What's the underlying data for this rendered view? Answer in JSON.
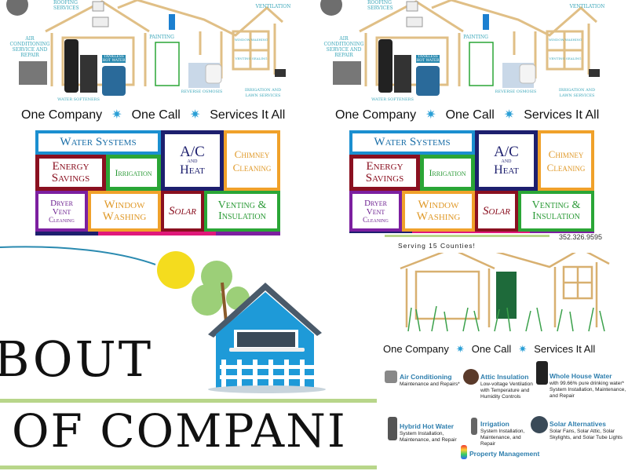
{
  "poster": {
    "labels": {
      "roofing": "Roofing Services",
      "ventilation": "Ventilation",
      "ac": "Air Conditioning Service and Repair",
      "painting": "Painting",
      "window": "Window Washing",
      "venting": "Venting Sealing",
      "tankless": "Tankless Hot Water",
      "water_softeners": "Water Softeners",
      "reverse_osmosis": "Reverse Osmosis",
      "irrigation": "Irrigation and Lawn Services"
    },
    "slogan": {
      "part1": "One Company",
      "part2": "One Call",
      "part3": "Services It All",
      "separator": "✷"
    },
    "tiles": {
      "water_systems": "Water Systems",
      "ac_top": "A/C",
      "ac_and": "and",
      "ac_heat": "Heat",
      "chimney1": "Chimney",
      "chimney2": "Cleaning",
      "energy1": "Energy",
      "energy2": "Savings",
      "irrigation": "Irrigation",
      "dryer1": "Dryer",
      "dryer2": "Vent",
      "dryer3": "Cleaning",
      "window1": "Window",
      "window2": "Washing",
      "solar": "Solar",
      "venting1": "Venting &",
      "venting2": "Insulation"
    },
    "colors": {
      "blue": "#1b8fd0",
      "navy": "#1d1f6e",
      "orange": "#f0a12a",
      "maroon": "#8a1020",
      "green": "#2aa636",
      "purple": "#7c1fa0",
      "pink": "#e0197a"
    }
  },
  "about": {
    "line1": "BOUT",
    "line2": "OF COMPANI"
  },
  "flyer": {
    "phone": "352.326.9595",
    "serving": "Serving 15 Counties!",
    "services": [
      {
        "title": "Air Conditioning",
        "desc": "Maintenance and Repairs*"
      },
      {
        "title": "Attic Insulation",
        "desc": "Low-voltage Ventilation with Temperature and Humidity Controls"
      },
      {
        "title": "Whole House Water",
        "desc": "with 99.66% pure drinking water* System Installation, Maintenance, and Repair"
      },
      {
        "title": "Hybrid Hot Water",
        "desc": "System Installation, Maintenance, and Repair"
      },
      {
        "title": "Irrigation",
        "desc": "System Installation, Maintenance, and Repair"
      },
      {
        "title": "Solar Alternatives",
        "desc": "Solar Fans, Solar Attic, Solar Skylights, and Solar Tube Lights"
      },
      {
        "title": "Property Management",
        "desc": ""
      }
    ]
  }
}
